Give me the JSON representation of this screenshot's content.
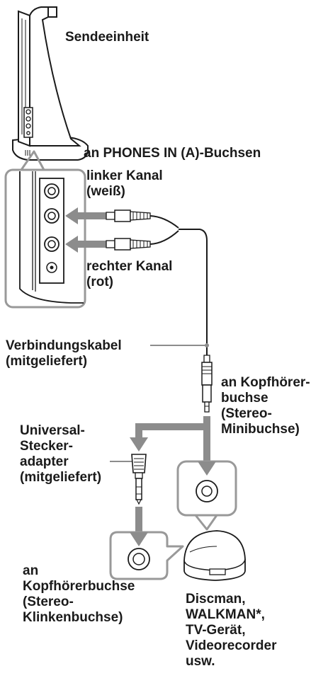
{
  "labels": {
    "transmitter": "Sendeeinheit",
    "phones_in": "an PHONES IN (A)-Buchsen",
    "left_channel": "linker Kanal\n(weiß)",
    "right_channel": "rechter Kanal\n(rot)",
    "cable": "Verbindungskabel\n(mitgeliefert)",
    "headphone_jack_mini": "an Kopfhörer-\nbuchse\n(Stereo-\nMinibuchse)",
    "adapter": "Universal-\nStecker-\nadapter\n(mitgeliefert)",
    "headphone_jack_stereo": "an\nKopfhörerbuchse\n(Stereo-\nKlinkenbuchse)",
    "devices": "Discman,\nWALKMAN*,\nTV-Gerät,\nVideorecorder\nusw."
  },
  "colors": {
    "arrow_gray": "#8c8c8c",
    "line": "#1a1a1a",
    "callout": "#999999"
  }
}
